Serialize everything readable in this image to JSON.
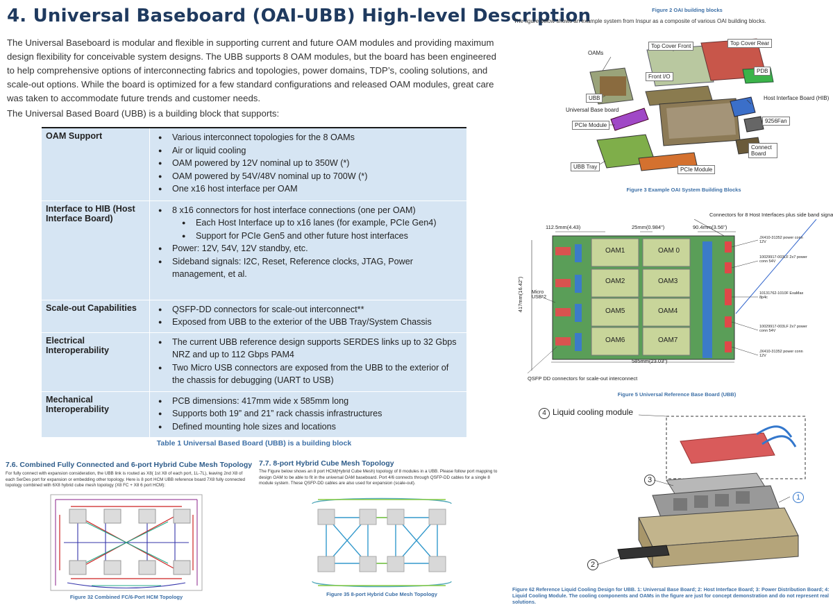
{
  "heading": "4. Universal Baseboard (OAI-UBB) High-level Description",
  "intro": "The Universal Baseboard is modular and flexible in supporting current and future OAM modules and providing maximum design flexibility for conceivable system designs.   The UBB supports 8 OAM modules, but the board has been engineered to help comprehensive options of interconnecting fabrics and topologies, power domains, TDP’s, cooling solutions, and scale-out options.  While the board is optimized for a few standard configurations and released OAM modules, great care was taken to accommodate future trends and customer needs.",
  "lead": "The Universal Based Board (UBB) is a building block that supports:",
  "table": {
    "rows": [
      {
        "feature": "OAM Support",
        "items": [
          "Various interconnect topologies for the 8 OAMs",
          "Air or liquid cooling",
          "OAM powered by 12V nominal up to 350W (*)",
          "OAM powered by 54V/48V nominal up to 700W (*)",
          "One x16 host interface per OAM"
        ]
      },
      {
        "feature": "Interface to HIB (Host Interface Board)",
        "items": [
          "8 x16 connectors for host interface connections (one per OAM)"
        ],
        "sub_items": [
          "Each Host Interface up to x16 lanes (for example, PCIe Gen4)",
          "Support for PCIe Gen5 and other future host interfaces"
        ],
        "items_after": [
          "Power: 12V, 54V, 12V standby, etc.",
          "Sideband signals: I2C, Reset, Reference clocks, JTAG, Power management, et al."
        ]
      },
      {
        "feature": "Scale-out Capabilities",
        "items": [
          "QSFP-DD connectors for scale-out interconnect**",
          "Exposed from UBB to the exterior of the UBB Tray/System Chassis"
        ]
      },
      {
        "feature": "Electrical Interoperability",
        "items": [
          "The current UBB reference design supports SERDES links up to 32 Gbps NRZ and up to 112 Gbps PAM4",
          "Two Micro USB connectors are exposed from the UBB to the exterior of the chassis for debugging (UART to USB)"
        ]
      },
      {
        "feature": "Mechanical Interoperability",
        "items": [
          "PCB dimensions: 417mm wide x 585mm long",
          "Supports both 19” and 21” rack chassis infrastructures",
          "Defined mounting hole sizes and locations"
        ]
      }
    ]
  },
  "table_caption": "Table 1  Universal Based Board (UBB) is a building block",
  "sec76": {
    "title": "7.6.  Combined Fully Connected and 6-port Hybrid Cube Mesh Topology",
    "body": "For fully connect with expansion consideration, the UBB link is routed as X8( 1st X8 of each port, 1L-7L), leaving 2nd X8 of each SerDes port for expansion or embedding other topology. Here is 8 port HCM UBB reference board 7X8 fully connected topology combined with 6X8 hybrid cube mesh topology (X8 FC + X8 6 port HCM):",
    "caption": "Figure 32  Combined FC/6-Port HCM Topology"
  },
  "sec77": {
    "title": "7.7.  8-port Hybrid Cube Mesh Topology",
    "body": "The Figure below shows an 8 port HCM(Hybrid Cube Mesh) topology of 8 modules in a UBB. Please follow port mapping to design OAM to be able to fit in the universal OAM baseboard.  Port 4/6 connects through QSFP-DD cables for a single 8 module system. These QSFP-DD cables are also used for expansion (scale-out).",
    "caption": "Figure 35 8-port Hybrid Cube Mesh Topology"
  },
  "fig2": {
    "caption": "Figure 2 OAI building blocks",
    "text": "The figure below shows an example system from Inspur as a composite of various OAI building blocks."
  },
  "fig3": {
    "caption": "Figure 3 Example OAI System Building Blocks",
    "labels": {
      "oams": "OAMs",
      "top_front": "Top Cover Front",
      "top_rear": "Top Cover Rear",
      "front_io": "Front I/O",
      "pdb": "PDB",
      "ubb": "UBB",
      "hib": "Host Interface Board (HIB)",
      "ubb_board": "Universal Base board",
      "pcie1": "PCIe Module",
      "fan": "9256Fan",
      "connect": "Connect Board",
      "tray": "UBB Tray",
      "pcie2": "PCIe Module"
    }
  },
  "fig5": {
    "caption": "Figure 5 Universal Reference Base Board (UBB)",
    "top_note": "Connectors for 8 Host Interfaces plus side band signals",
    "dims": {
      "d1": "112.5mm(4.43)",
      "d2": "25mm(0.984\")",
      "d3": "90.4mm(3.56\")",
      "height": "417mm(16.42\")",
      "width": "585mm(23.03\")"
    },
    "oams": [
      "OAM1",
      "OAM 0",
      "OAM2",
      "OAM3",
      "OAM5",
      "OAM4",
      "OAM6",
      "OAM7"
    ],
    "micro_usb": "Micro USB*2",
    "qsfp_note": "QSFP DD connectors for scale-out interconnect",
    "right_labels": [
      "JX410-31352 power conn 12V",
      "10029917-003LF 2x7 power conn 54V",
      "10131762-1010F ExaMax 8p4c",
      "10029917-003LF 2x7 power conn 54V",
      "JX410-31352 power conn 12V"
    ]
  },
  "fig62": {
    "callout4": "Liquid cooling module",
    "num4": "4",
    "num3": "3",
    "num1": "1",
    "num2": "2",
    "caption": "Figure 62 Reference Liquid Cooling Design for UBB. 1: Universal Base Board; 2: Host Interface Board; 3: Power Distribution Board; 4: Liquid Cooling Module. The cooling components and OAMs in the figure are just for concept demonstration and do not represent real solutions."
  }
}
